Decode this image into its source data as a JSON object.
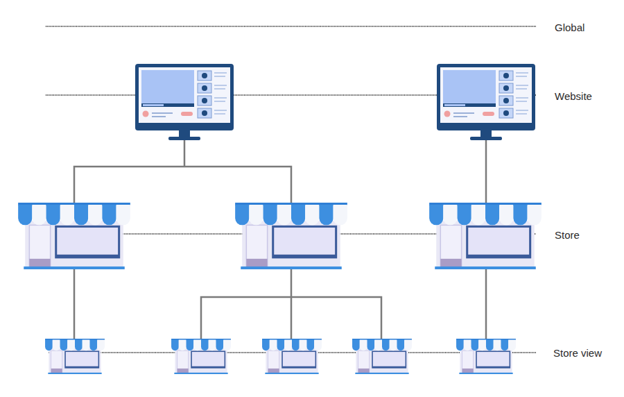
{
  "diagram": {
    "labels": [
      "Global",
      "Website",
      "Store",
      "Store view"
    ]
  }
}
